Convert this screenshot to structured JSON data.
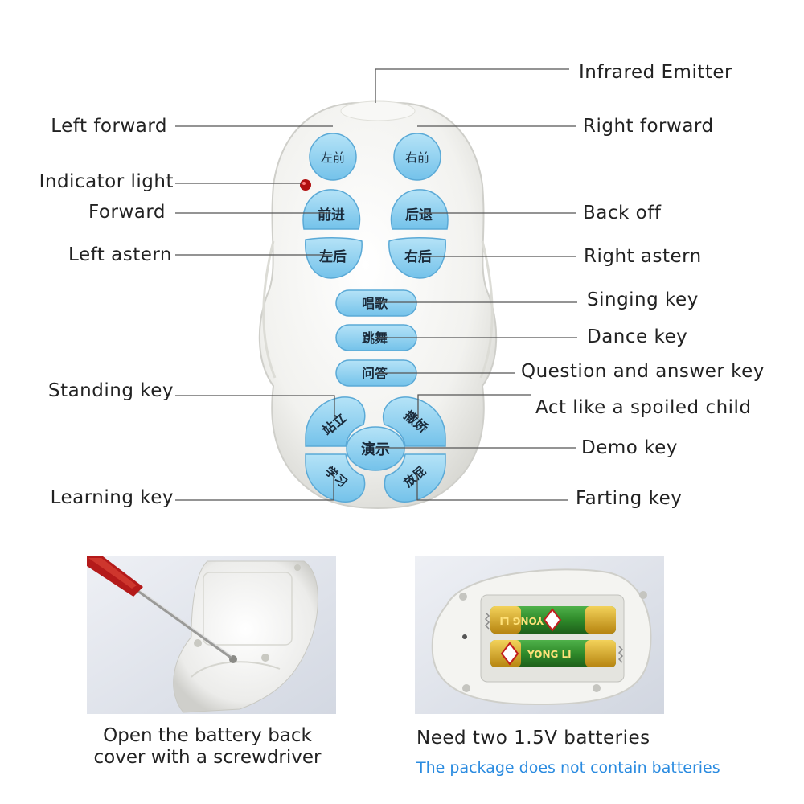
{
  "callouts": {
    "infrared_emitter": "Infrared Emitter",
    "left_forward": "Left forward",
    "right_forward": "Right forward",
    "indicator_light": "Indicator light",
    "forward": "Forward",
    "back_off": "Back off",
    "left_astern": "Left astern",
    "right_astern": "Right astern",
    "singing_key": "Singing key",
    "dance_key": "Dance key",
    "question_answer_key": "Question and answer key",
    "standing_key": "Standing key",
    "spoiled_child": "Act like a spoiled child",
    "demo_key": "Demo key",
    "learning_key": "Learning key",
    "farting_key": "Farting key"
  },
  "remote_buttons": {
    "left_forward": "左前",
    "right_forward": "右前",
    "forward": "前进",
    "back_off": "后退",
    "left_astern": "左后",
    "right_astern": "右后",
    "singing": "唱歌",
    "dance": "跳舞",
    "question": "问答",
    "standing": "站立",
    "spoiled": "撒娇",
    "demo": "演示",
    "learning": "学习",
    "farting": "放屁"
  },
  "battery_labels": {
    "brand_top": "YONG LI",
    "brand_bottom": "YONG LI"
  },
  "captions": {
    "open_cover_line1": "Open the battery back",
    "open_cover_line2": "cover with a screwdriver",
    "batteries_needed": "Need two 1.5V batteries",
    "batteries_not_included": "The package does not contain batteries"
  },
  "colors": {
    "button_blue": "#8fd0f0",
    "remote_body": "#f4f4f1",
    "leader_line": "#555555",
    "note_blue": "#2a8be0",
    "indicator_red": "#b01010",
    "battery_green": "#2f8a2a",
    "battery_gold": "#d8a820"
  }
}
